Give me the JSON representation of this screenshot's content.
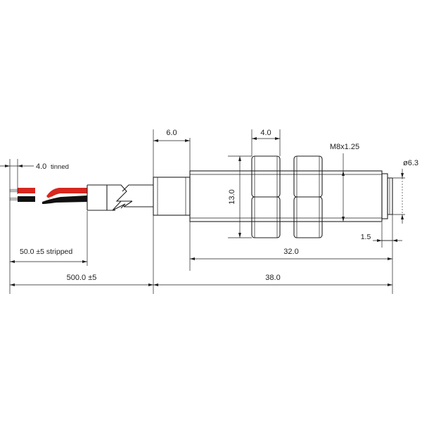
{
  "dimensions": {
    "tinned": {
      "value": "4.0",
      "note": "tinned"
    },
    "stripped": "50.0 ±5 stripped",
    "cable_length": "500.0 ±5",
    "collar": "6.0",
    "nut_width": "4.0",
    "thread": "M8x1.25",
    "nut_across_flats": "13.0",
    "thread_length": "32.0",
    "total_length": "38.0",
    "tip_length": "1.5",
    "tip_diameter": "ø6.3"
  },
  "colors": {
    "line": "#1e1e1e",
    "wire_red": "#d7271f",
    "wire_black": "#111111",
    "wire_tin": "#bdbdbd"
  }
}
